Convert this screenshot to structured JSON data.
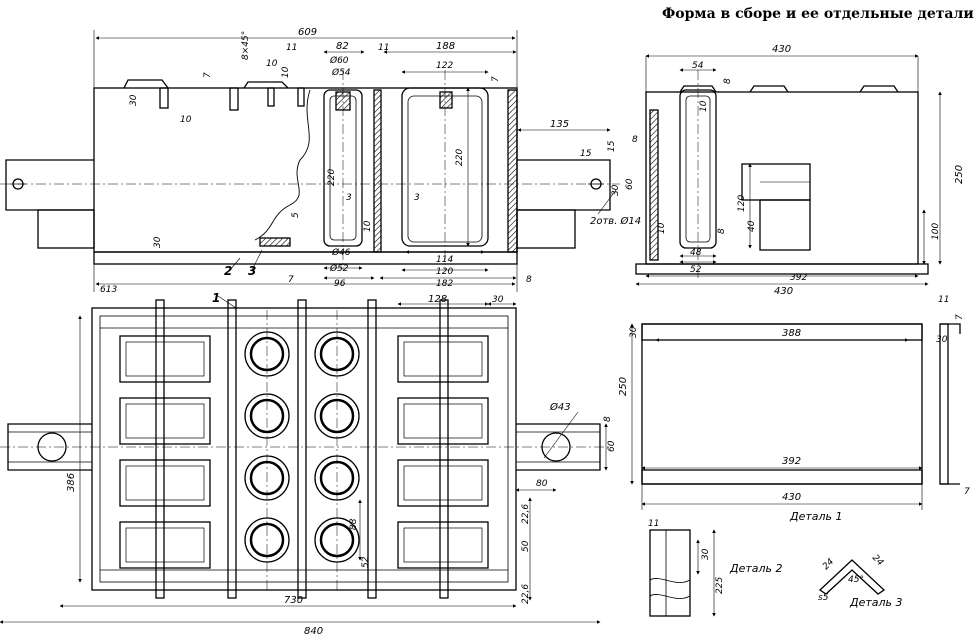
{
  "title": "Форма в сборе и ее отдельные детали",
  "top_view": {
    "overall_length": "609",
    "total_length": "613",
    "chamfer": "8×45°",
    "d_11_left": "11",
    "d_82": "82",
    "d_11_mid": "11",
    "d_188": "188",
    "d_10a": "10",
    "d_10b": "10",
    "d_7a": "7",
    "d_7b": "7",
    "d_30_left": "30",
    "d_10_lower": "10",
    "phi60": "Ø60",
    "phi54": "Ø54",
    "d_122": "122",
    "d_220a": "220",
    "d_220b": "220",
    "d_3a": "3",
    "d_3b": "3",
    "d_5": "5",
    "d_10c": "10",
    "d_30_bottom": "30",
    "phi46": "Ø46",
    "phi52": "Ø52",
    "d_114": "114",
    "d_120": "120",
    "d_7c": "7",
    "d_96": "96",
    "d_182": "182",
    "d_8": "8",
    "d_135": "135",
    "d_15a": "15",
    "d_15b": "15",
    "d_30_right": "30",
    "d_60_right": "60",
    "holes_note": "2отв. Ø14",
    "part_2": "2",
    "part_3": "3"
  },
  "side_view": {
    "d_430_top": "430",
    "d_54": "54",
    "d_8a": "8",
    "d_10a": "10",
    "d_8b": "8",
    "d_250": "250",
    "d_120": "120",
    "d_40": "40",
    "d_100": "100",
    "d_10b": "10",
    "d_8c": "8",
    "d_48": "48",
    "d_52": "52",
    "d_392": "392",
    "d_430_bottom": "430"
  },
  "plan_view": {
    "part_1": "1",
    "d_128": "128",
    "d_30": "30",
    "phi43": "Ø43",
    "d_8": "8",
    "d_60": "60",
    "d_80": "80",
    "d_386": "386",
    "d_88": "88",
    "d_52": "52",
    "d_226a": "22,6",
    "d_50": "50",
    "d_226b": "22,6",
    "d_730": "730",
    "d_840": "840"
  },
  "detail_1": {
    "d_11": "11",
    "d_7a": "7",
    "d_30a": "30",
    "d_30b": "30",
    "d_388": "388",
    "d_250": "250",
    "d_392": "392",
    "d_430": "430",
    "d_7b": "7",
    "label": "Деталь 1"
  },
  "detail_2": {
    "d_11": "11",
    "d_30": "30",
    "d_225": "225",
    "label": "Деталь 2"
  },
  "detail_3": {
    "d_24a": "24",
    "d_24b": "24",
    "angle": "45°",
    "d_s5": "s5",
    "label": "Деталь 3"
  }
}
